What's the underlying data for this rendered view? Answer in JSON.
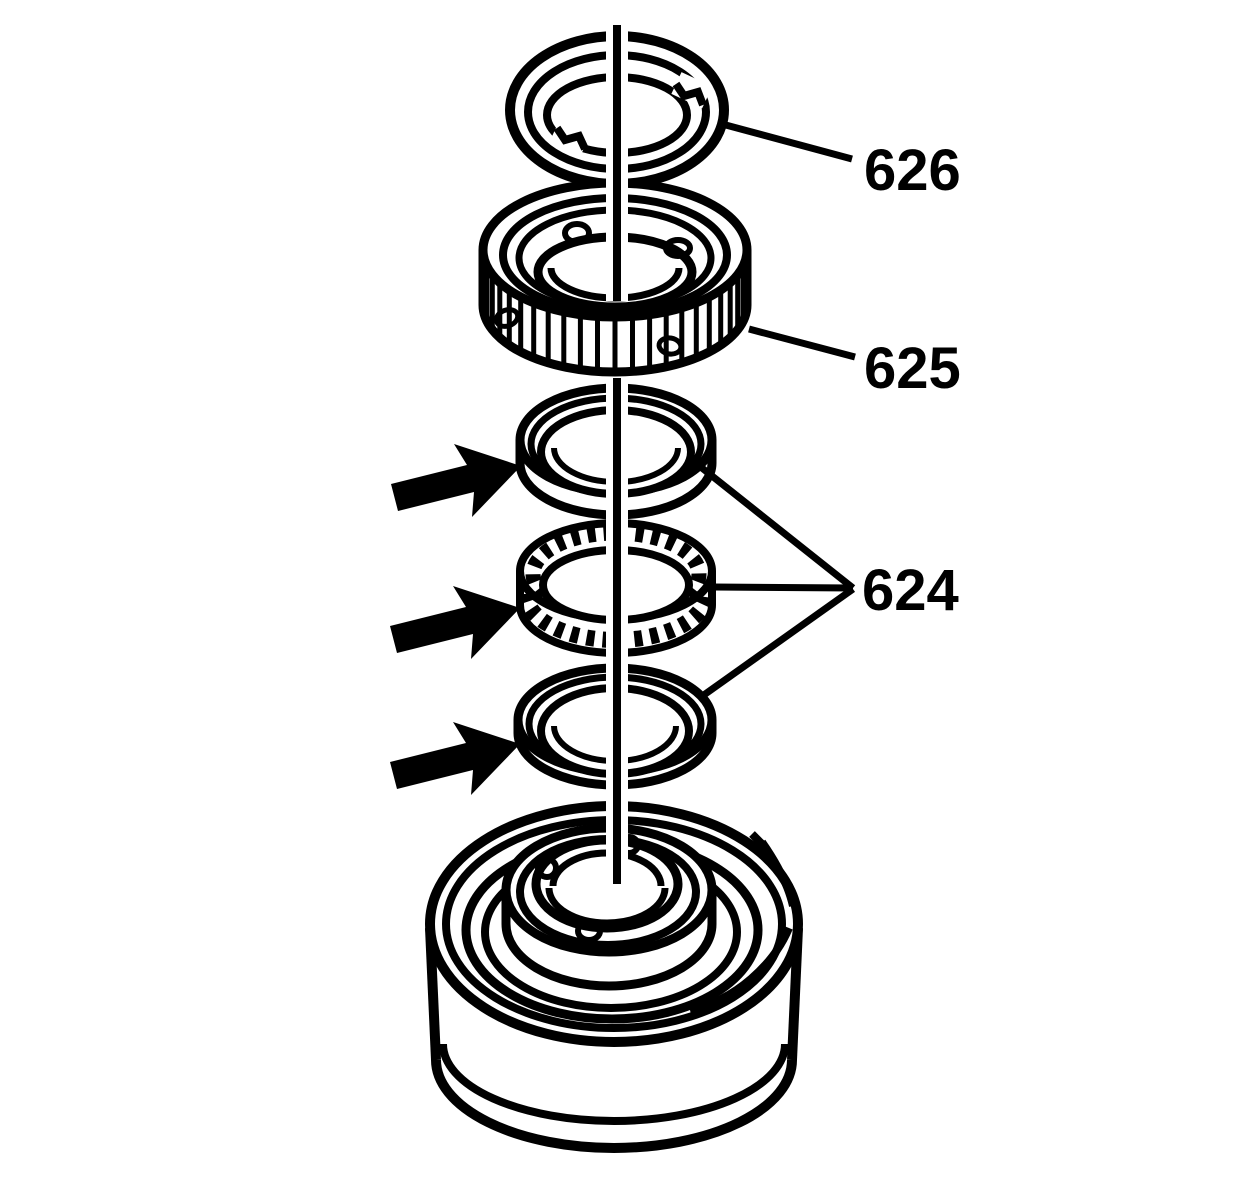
{
  "diagram": {
    "background_color": "#ffffff",
    "line_color": "#000000",
    "callouts": [
      {
        "label": "626",
        "points_to": "retaining-ring"
      },
      {
        "label": "625",
        "points_to": "knurled-locknut"
      },
      {
        "label": "624",
        "points_to": "bearing-ring-set"
      }
    ],
    "arrow_marker_count": 3
  }
}
